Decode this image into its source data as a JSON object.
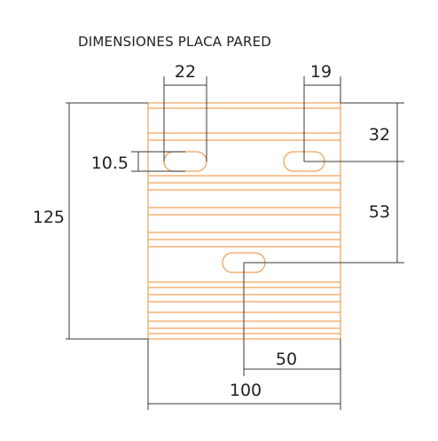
{
  "title": "DIMENSIONES PLACA PARED",
  "dimensions": {
    "slot_left_width": "22",
    "slot_right_width": "19",
    "slot_height": "10.5",
    "plate_height": "125",
    "top_offset": "32",
    "slot_spacing": "53",
    "center_offset": "50",
    "plate_width": "100"
  },
  "colors": {
    "plate_stroke": "#f0a25a",
    "dimension_stroke": "#3a3a3a",
    "text": "#222222"
  }
}
